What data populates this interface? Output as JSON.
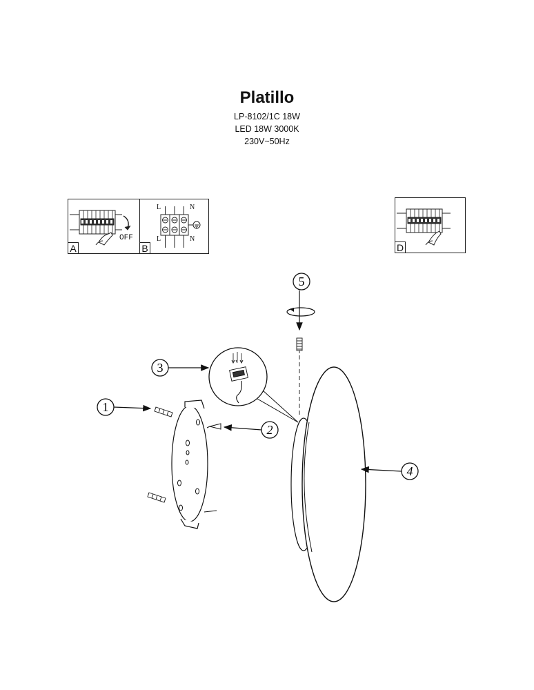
{
  "product": {
    "title": "Platillo",
    "model_line": "LP-8102/1C 18W",
    "led_line": "LED 18W 3000K",
    "voltage_line": "230V~50Hz"
  },
  "steps": [
    {
      "letter": "A",
      "caption": "OFF"
    },
    {
      "letter": "B",
      "terminals_top": [
        "L",
        "N"
      ],
      "terminals_bottom": [
        "L",
        "N"
      ]
    },
    {
      "letter": "D"
    }
  ],
  "parts": [
    "1",
    "2",
    "3",
    "4",
    "5"
  ]
}
